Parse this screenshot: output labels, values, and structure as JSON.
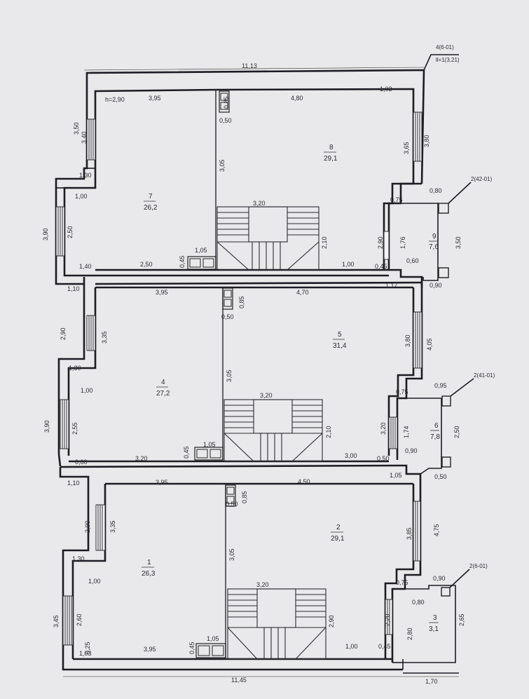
{
  "plan": {
    "height_label": "h=2,90",
    "overall_top": "11,13",
    "overall_bottom": "11,45",
    "notes": {
      "top_right": [
        "4(6-01)",
        "ll=1(3,21)"
      ],
      "balcony_top": "2(42-01)",
      "balcony_mid": "2(41-01)",
      "balcony_bottom": "2(6-01)"
    },
    "rooms": [
      {
        "id": "7",
        "area": "26,2"
      },
      {
        "id": "8",
        "area": "29,1"
      },
      {
        "id": "9",
        "area": "7,6"
      },
      {
        "id": "4",
        "area": "27,2"
      },
      {
        "id": "5",
        "area": "31,4"
      },
      {
        "id": "6",
        "area": "7,8"
      },
      {
        "id": "1",
        "area": "26,3"
      },
      {
        "id": "2",
        "area": "29,1"
      },
      {
        "id": "3",
        "area": "3,1"
      }
    ],
    "dims": {
      "u_395": "3,95",
      "u_480": "4,80",
      "u_103": "1,03",
      "u_085": "0,85",
      "u_050": "0,50",
      "u_350a": "3,50",
      "u_340": "3,40",
      "u_130": "1,30",
      "u_100": "1,00",
      "u_390": "3,90",
      "u_250": "2,50",
      "u_305": "3,05",
      "u_320": "3,20",
      "u_210": "2,10",
      "u_365": "3,65",
      "u_380": "3,80",
      "u_080": "0,80",
      "u_075": "0,75",
      "u_290": "2,90",
      "u_176": "1,76",
      "u_350b": "3,50",
      "u_060": "0,60",
      "u_090": "0,90",
      "u_140": "1,40",
      "u_250b": "2,50",
      "u_045": "0,45",
      "u_105": "1,05",
      "u_100b": "1,00",
      "u_045b": "0,45",
      "m_110": "1,10",
      "m_395": "3,95",
      "m_085": "0,85",
      "m_470": "4,70",
      "m_117": "1,17",
      "m_290": "2,90",
      "m_335": "3,35",
      "m_130": "1,30",
      "m_100": "1,00",
      "m_390": "3,90",
      "m_255": "2,55",
      "m_050": "0,50",
      "m_305": "3,05",
      "m_320": "3,20",
      "m_210": "2,10",
      "m_380": "3,80",
      "m_405": "4,05",
      "m_075": "0,75",
      "m_095": "0,95",
      "m_320b": "3,20",
      "m_174": "1,74",
      "m_090": "0,90",
      "m_250": "2,50",
      "m_060": "0,60",
      "m_320c": "3,20",
      "m_045": "0,45",
      "m_105": "1,05",
      "m_300": "3,00",
      "m_050b": "0,50",
      "m_050c": "0,50",
      "l_110": "1,10",
      "l_395": "3,95",
      "l_085": "0,85",
      "l_450": "4,50",
      "l_105": "1,05",
      "l_290": "2,90",
      "l_335": "3,35",
      "l_130": "1,30",
      "l_100": "1,00",
      "l_050": "0,50",
      "l_305": "3,05",
      "l_385": "3,85",
      "l_475": "4,75",
      "l_320": "3,20",
      "l_290b": "2,90",
      "l_075": "0,75",
      "l_090": "0,90",
      "l_080": "0,80",
      "l_265": "2,65",
      "l_345": "3,45",
      "l_260": "2,60",
      "l_103": "1,03",
      "l_025": "0,25",
      "l_395b": "3,95",
      "l_045": "0,45",
      "l_105b": "1,05",
      "l_100b": "1,00",
      "l_045c": "0,45",
      "l_220": "2,20",
      "l_280": "2,80",
      "l_170": "1,70"
    }
  }
}
